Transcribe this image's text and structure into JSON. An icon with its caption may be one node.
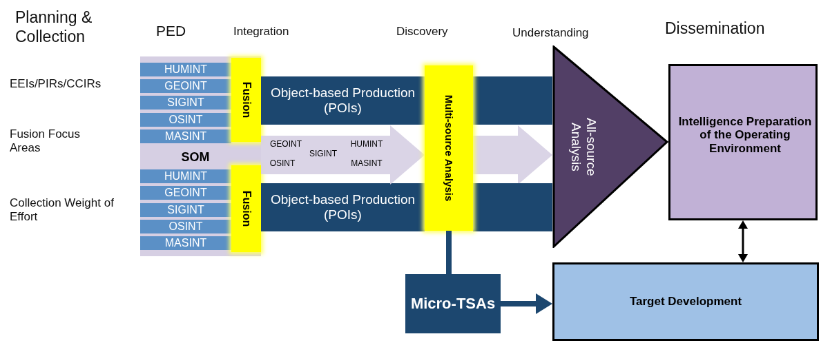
{
  "diagram": {
    "nodes": [
      {
        "text": [
          "SOM"
        ]
      },
      {
        "text": [
          "HUMINT"
        ],
        "in": 0
      },
      {
        "text": [
          "GEOINT"
        ],
        "in": 0
      },
      {
        "text": [
          "SIGINT"
        ],
        "in": 0
      },
      {
        "text": [
          "OSINT"
        ],
        "in": 0
      },
      {
        "text": [
          "MASINT"
        ],
        "in": 0
      },
      {
        "text": [
          "HUMINT"
        ],
        "in": 0
      },
      {
        "text": [
          "GEOINT"
        ],
        "in": 0
      },
      {
        "text": [
          "SIGINT"
        ],
        "in": 0
      },
      {
        "text": [
          "OSINT"
        ],
        "in": 0
      },
      {
        "text": [
          "MASINT"
        ],
        "in": 0
      },
      {
        "text": [
          "Fusion"
        ],
        "in": 0
      },
      {
        "text": [
          "Fusion"
        ],
        "in": 0
      },
      {
        "text": [
          "Object-based Production (POIs)"
        ]
      },
      {
        "text": [
          "Object-based Production (POIs)"
        ]
      },
      {
        "text": [
          "GEOINT",
          "SIGINT",
          "HUMINT",
          "OSINT",
          "MASINT"
        ]
      },
      {
        "text": [
          "Multi-source Analysis"
        ]
      },
      {
        "text": [
          "All-source Analysis"
        ]
      },
      {
        "text": [
          "Intelligence Preparation of the Operating Environment"
        ]
      },
      {
        "text": [
          "Target Development"
        ]
      },
      {
        "text": [
          "Micro-TSAs"
        ]
      },
      {
        "text": [],
        "shape": "bar"
      },
      {
        "text": [],
        "shape": "bar"
      }
    ],
    "edges": [
      {
        "from": 16,
        "to": 20,
        "arrow": "none"
      },
      {
        "from": 20,
        "to": 19,
        "arrow": "to"
      },
      {
        "from": 18,
        "to": 19,
        "arrow": "both",
        "color": "#000000"
      }
    ],
    "labels": [
      "Planning & Collection",
      "PED",
      "Integration",
      "Discovery",
      "Understanding",
      "Dissemination",
      "EEIs/PIRs/CCIRs",
      "Fusion Focus Areas",
      "Collection Weight of Effort"
    ]
  }
}
